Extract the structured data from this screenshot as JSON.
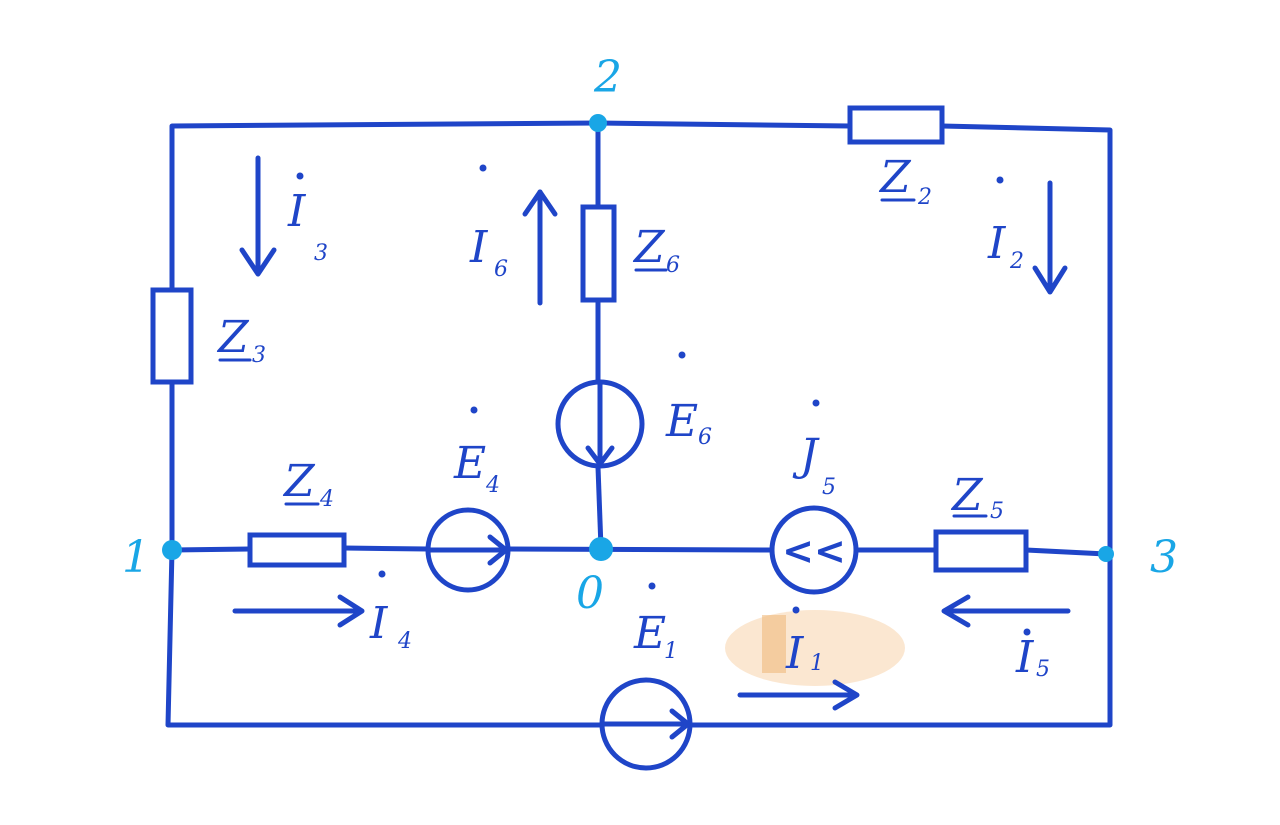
{
  "colors": {
    "ink": "#1f45c8",
    "node": "#19a6e6",
    "highlight": "#f6c99a"
  },
  "nodes": {
    "n0": "0",
    "n1": "1",
    "n2": "2",
    "n3": "3"
  },
  "labels": {
    "Z3": {
      "sym": "Z",
      "sub": "3"
    },
    "Z6": {
      "sym": "Z",
      "sub": "6"
    },
    "Z2": {
      "sym": "Z",
      "sub": "2"
    },
    "Z4": {
      "sym": "Z",
      "sub": "4"
    },
    "Z5": {
      "sym": "Z",
      "sub": "5"
    },
    "I3": {
      "sym": "I",
      "sub": "3"
    },
    "I6": {
      "sym": "I",
      "sub": "6"
    },
    "I2": {
      "sym": "I",
      "sub": "2"
    },
    "I4": {
      "sym": "I",
      "sub": "4"
    },
    "I5": {
      "sym": "I",
      "sub": "5"
    },
    "I1": {
      "sym": "I",
      "sub": "1"
    },
    "E6": {
      "sym": "E",
      "sub": "6"
    },
    "E4": {
      "sym": "E",
      "sub": "4"
    },
    "E1": {
      "sym": "E",
      "sub": "1"
    },
    "J5": {
      "sym": "J",
      "sub": "5"
    }
  },
  "current_source_glyph": "<<"
}
